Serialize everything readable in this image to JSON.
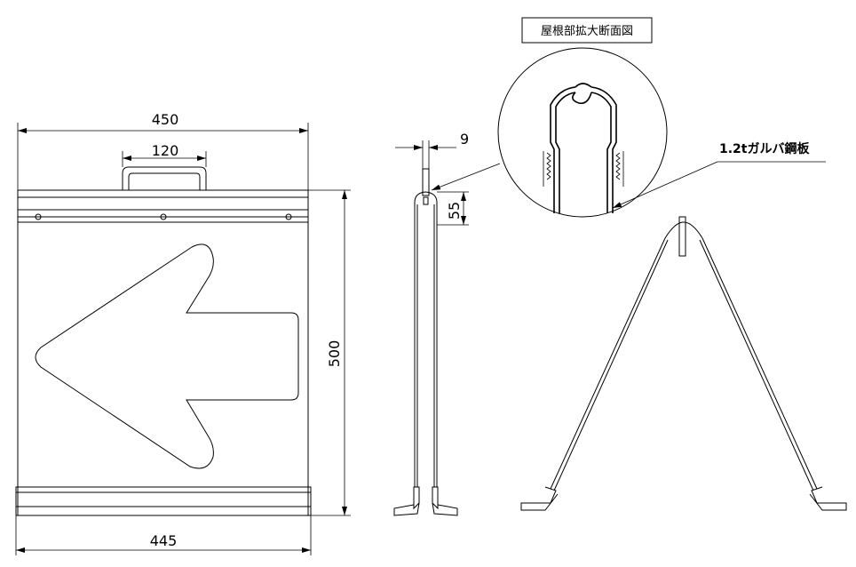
{
  "dimensions": {
    "top_width": "450",
    "handle_width": "120",
    "bottom_width": "445",
    "height": "500",
    "side_thickness": "9",
    "side_top": "55"
  },
  "labels": {
    "detail_title": "屋根部拡大断面図",
    "material": "1.2tガルバ鋼板"
  }
}
